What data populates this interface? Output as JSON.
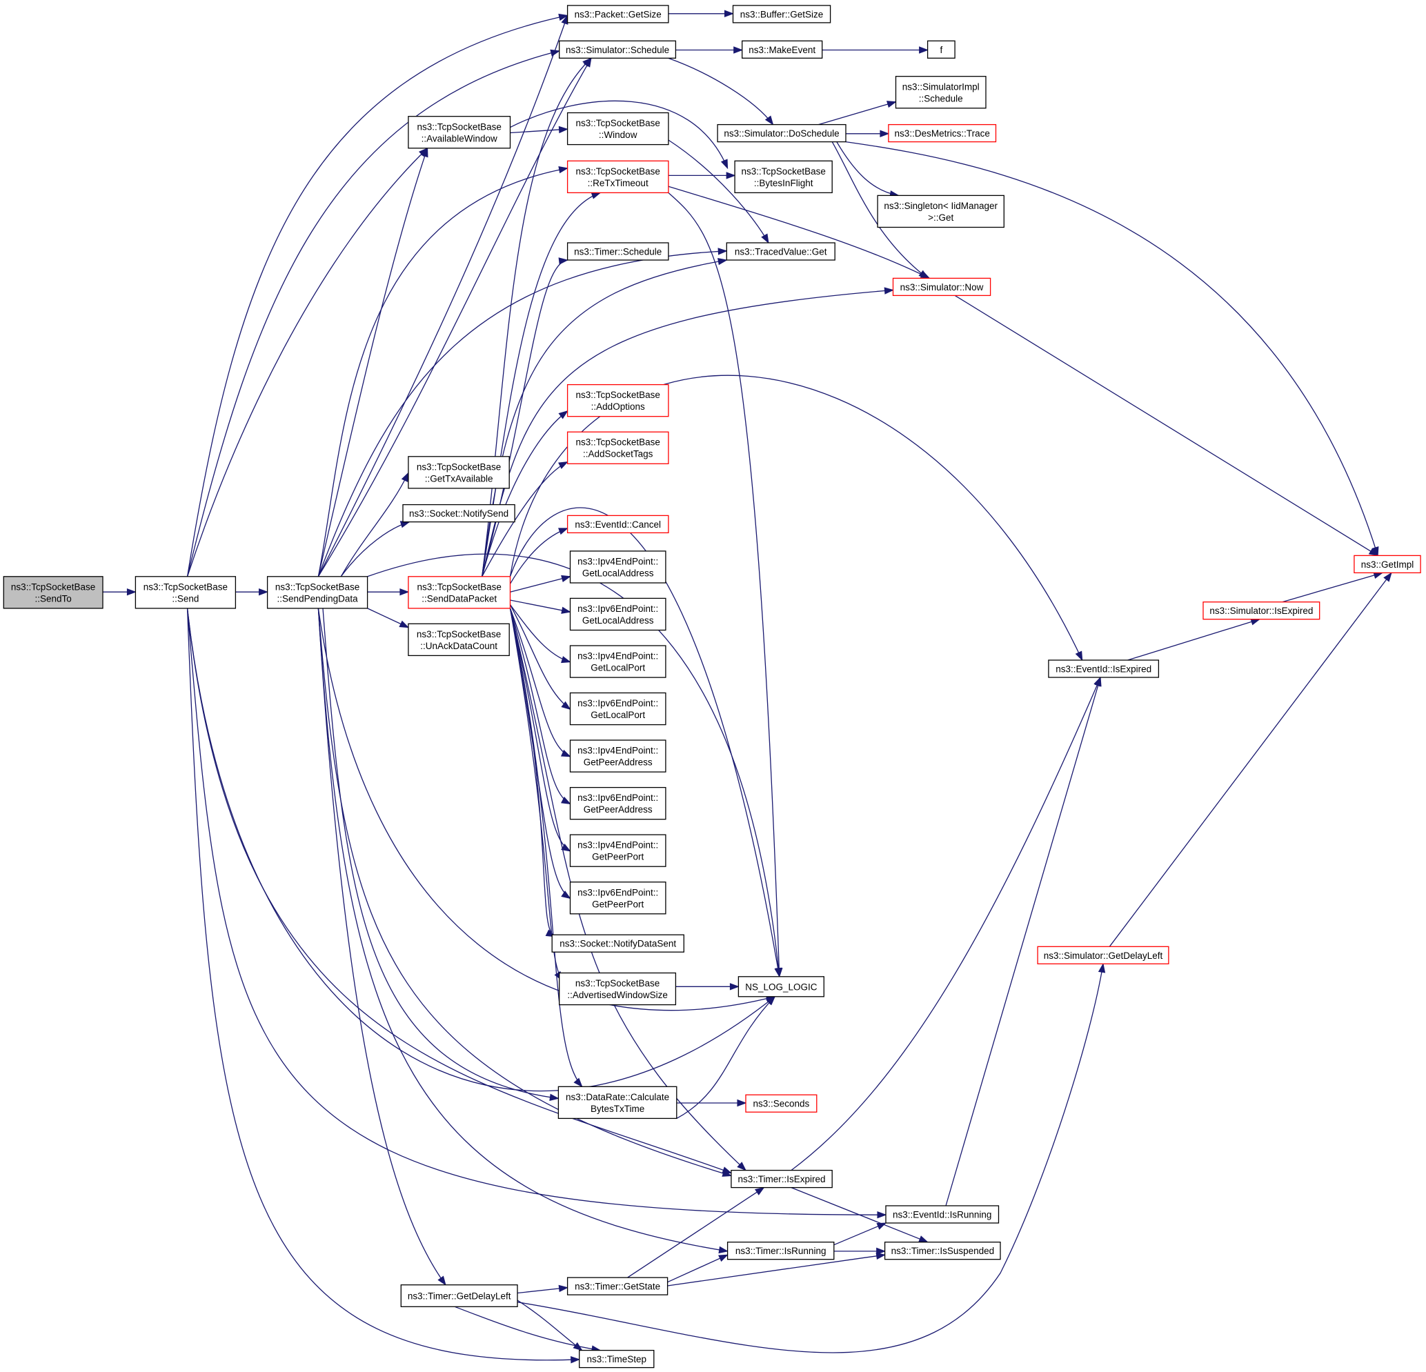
{
  "colors": {
    "edge": "#191970",
    "node_border": "#000000",
    "incomplete_border": "#ff0000",
    "root_fill": "#bfbfbf"
  },
  "nodes": {
    "sendto": [
      "ns3::TcpSocketBase",
      "::SendTo"
    ],
    "send": [
      "ns3::TcpSocketBase",
      "::Send"
    ],
    "sendpending": [
      "ns3::TcpSocketBase",
      "::SendPendingData"
    ],
    "packet_getsize": [
      "ns3::Packet::GetSize"
    ],
    "buffer_getsize": [
      "ns3::Buffer::GetSize"
    ],
    "sim_schedule": [
      "ns3::Simulator::Schedule"
    ],
    "makeevent": [
      "ns3::MakeEvent"
    ],
    "f": [
      "f"
    ],
    "simimpl_schedule": [
      "ns3::SimulatorImpl",
      "::Schedule"
    ],
    "doschedule": [
      "ns3::Simulator::DoSchedule"
    ],
    "desmetrics": [
      "ns3::DesMetrics::Trace"
    ],
    "availwin": [
      "ns3::TcpSocketBase",
      "::AvailableWindow"
    ],
    "window": [
      "ns3::TcpSocketBase",
      "::Window"
    ],
    "retx": [
      "ns3::TcpSocketBase",
      "::ReTxTimeout"
    ],
    "bytesinflight": [
      "ns3::TcpSocketBase",
      "::BytesInFlight"
    ],
    "singleton": [
      "ns3::Singleton< IidManager",
      ">::Get"
    ],
    "timer_schedule": [
      "ns3::Timer::Schedule"
    ],
    "tracedvalue": [
      "ns3::TracedValue::Get"
    ],
    "sim_now": [
      "ns3::Simulator::Now"
    ],
    "addoptions": [
      "ns3::TcpSocketBase",
      "::AddOptions"
    ],
    "addsockettags": [
      "ns3::TcpSocketBase",
      "::AddSocketTags"
    ],
    "gettxavail": [
      "ns3::TcpSocketBase",
      "::GetTxAvailable"
    ],
    "notifysend": [
      "ns3::Socket::NotifySend"
    ],
    "eventid_cancel": [
      "ns3::EventId::Cancel"
    ],
    "senddatapacket": [
      "ns3::TcpSocketBase",
      "::SendDataPacket"
    ],
    "ipv4_localaddr": [
      "ns3::Ipv4EndPoint::",
      "GetLocalAddress"
    ],
    "ipv6_localaddr": [
      "ns3::Ipv6EndPoint::",
      "GetLocalAddress"
    ],
    "ipv4_localport": [
      "ns3::Ipv4EndPoint::",
      "GetLocalPort"
    ],
    "ipv6_localport": [
      "ns3::Ipv6EndPoint::",
      "GetLocalPort"
    ],
    "ipv4_peeraddr": [
      "ns3::Ipv4EndPoint::",
      "GetPeerAddress"
    ],
    "ipv6_peeraddr": [
      "ns3::Ipv6EndPoint::",
      "GetPeerAddress"
    ],
    "ipv4_peerport": [
      "ns3::Ipv4EndPoint::",
      "GetPeerPort"
    ],
    "ipv6_peerport": [
      "ns3::Ipv6EndPoint::",
      "GetPeerPort"
    ],
    "unackdata": [
      "ns3::TcpSocketBase",
      "::UnAckDataCount"
    ],
    "notifydatasent": [
      "ns3::Socket::NotifyDataSent"
    ],
    "advwindow": [
      "ns3::TcpSocketBase",
      "::AdvertisedWindowSize"
    ],
    "ns_log_logic": [
      "NS_LOG_LOGIC"
    ],
    "calcbytes": [
      "ns3::DataRate::Calculate",
      "BytesTxTime"
    ],
    "seconds": [
      "ns3::Seconds"
    ],
    "timer_isexpired": [
      "ns3::Timer::IsExpired"
    ],
    "eventid_isexpired": [
      "ns3::EventId::IsExpired"
    ],
    "sim_isexpired": [
      "ns3::Simulator::IsExpired"
    ],
    "getimpl": [
      "ns3::GetImpl"
    ],
    "sim_getdelayleft": [
      "ns3::Simulator::GetDelayLeft"
    ],
    "eventid_isrunning": [
      "ns3::EventId::IsRunning"
    ],
    "timer_isrunning": [
      "ns3::Timer::IsRunning"
    ],
    "timer_issuspended": [
      "ns3::Timer::IsSuspended"
    ],
    "timer_getdelayleft": [
      "ns3::Timer::GetDelayLeft"
    ],
    "timer_getstate": [
      "ns3::Timer::GetState"
    ],
    "timestep": [
      "ns3::TimeStep"
    ]
  }
}
